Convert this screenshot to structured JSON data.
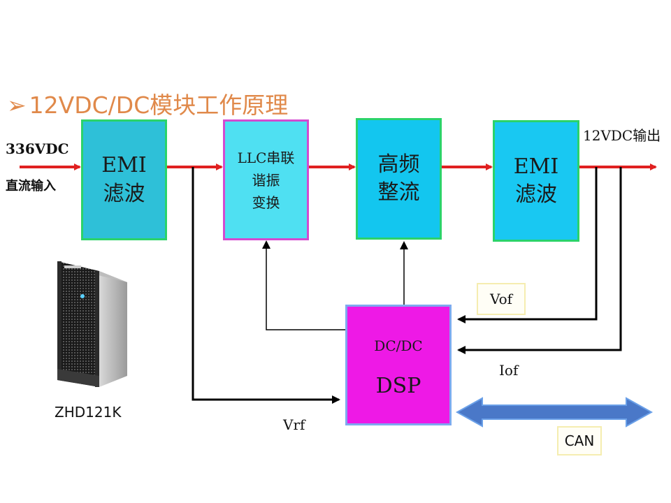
{
  "title": "12VDC/DC模块工作原理",
  "title_marker": "➢",
  "input": {
    "voltage": "336VDC",
    "label": "直流输入"
  },
  "output": {
    "label": "12VDC输出"
  },
  "blocks": {
    "emi_in": {
      "line1": "EMI",
      "line2": "滤波"
    },
    "llc": {
      "line1": "LLC串联",
      "line2": "谐振",
      "line3": "变换"
    },
    "rectifier": {
      "line1": "高频",
      "line2": "整流"
    },
    "emi_out": {
      "line1": "EMI",
      "line2": "滤波"
    },
    "dsp": {
      "line1": "DC/DC",
      "line2": "DSP"
    }
  },
  "signals": {
    "vof": "Vof",
    "iof": "Iof",
    "vrf": "Vrf",
    "can": "CAN"
  },
  "device_name": "ZHD121K",
  "colors": {
    "power_arrow": "#e02020",
    "signal_line": "#000000",
    "can_arrow": "#4a78c8",
    "title": "#e0894a"
  },
  "icons": [
    "rectifier-module-icon"
  ]
}
